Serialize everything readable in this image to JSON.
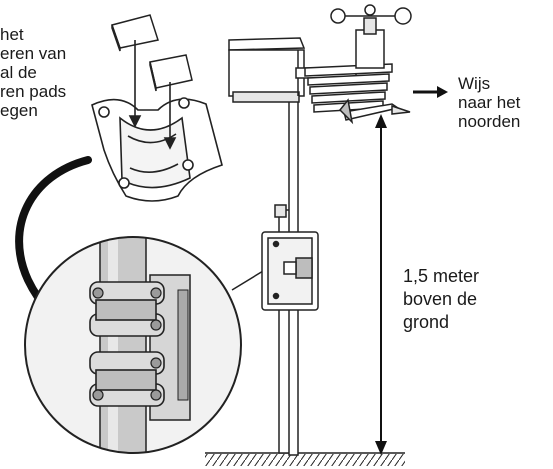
{
  "labels": {
    "pads_note": [
      "het",
      "eren van",
      "al de",
      "ren pads",
      "egen"
    ],
    "north_note": [
      "Wijs",
      "naar het",
      "noorden"
    ],
    "height_note": [
      "1,5 meter",
      "boven de",
      "grond"
    ]
  },
  "colors": {
    "line": "#222222",
    "grey_light": "#e6e6e6",
    "grey_mid": "#bdbdbd",
    "grey_dark": "#7a7a7a",
    "background": "#ffffff"
  },
  "icons": {
    "north_arrow": "arrow-right-icon",
    "height_arrow": "double-arrow-vertical-icon",
    "curved_arrow": "curved-arrow-icon"
  }
}
